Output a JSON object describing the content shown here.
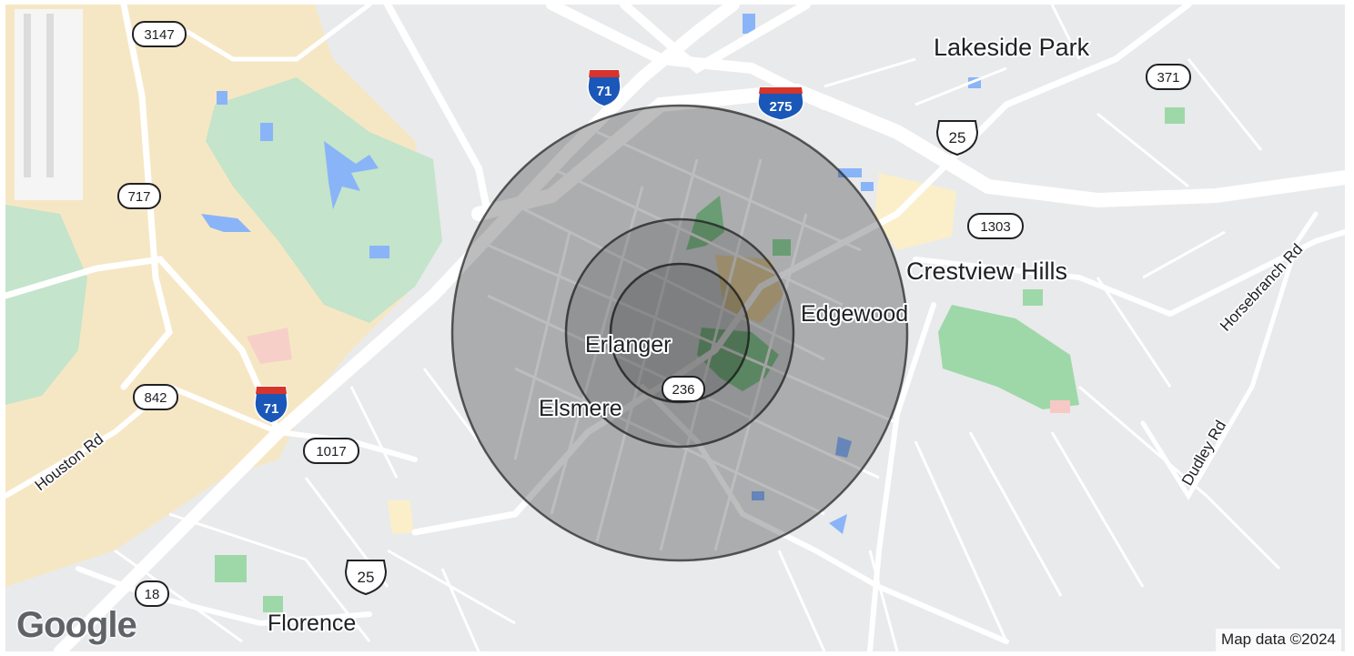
{
  "map": {
    "colors": {
      "land": "#e9eaec",
      "road": "#ffffff",
      "park": "#bfe3c6",
      "park_dark": "#8fd49c",
      "urban": "#f6e7c4",
      "water": "#8ab4f8",
      "radius_fill": "#000000",
      "radius_stroke": "#3c3c3c",
      "interstate": "#1a57b8",
      "interstate_top": "#d6342c"
    },
    "places": [
      {
        "id": "lakeside-park",
        "label": "Lakeside Park"
      },
      {
        "id": "crestview-hills",
        "label": "Crestview Hills"
      },
      {
        "id": "edgewood",
        "label": "Edgewood"
      },
      {
        "id": "erlanger",
        "label": "Erlanger"
      },
      {
        "id": "elsmere",
        "label": "Elsmere"
      },
      {
        "id": "florence",
        "label": "Florence"
      }
    ],
    "road_labels": [
      {
        "id": "houston-rd",
        "label": "Houston Rd"
      },
      {
        "id": "horsebranch-rd",
        "label": "Horsebranch Rd"
      },
      {
        "id": "dudley-rd",
        "label": "Dudley Rd"
      }
    ],
    "state_routes": [
      "3147",
      "717",
      "842",
      "1017",
      "18",
      "236",
      "1303",
      "371"
    ],
    "us_routes": [
      "25",
      "25"
    ],
    "interstates": [
      "71",
      "275",
      "71"
    ],
    "radius_rings": 3
  },
  "branding": {
    "logo": "Google",
    "attribution": "Map data ©2024"
  }
}
